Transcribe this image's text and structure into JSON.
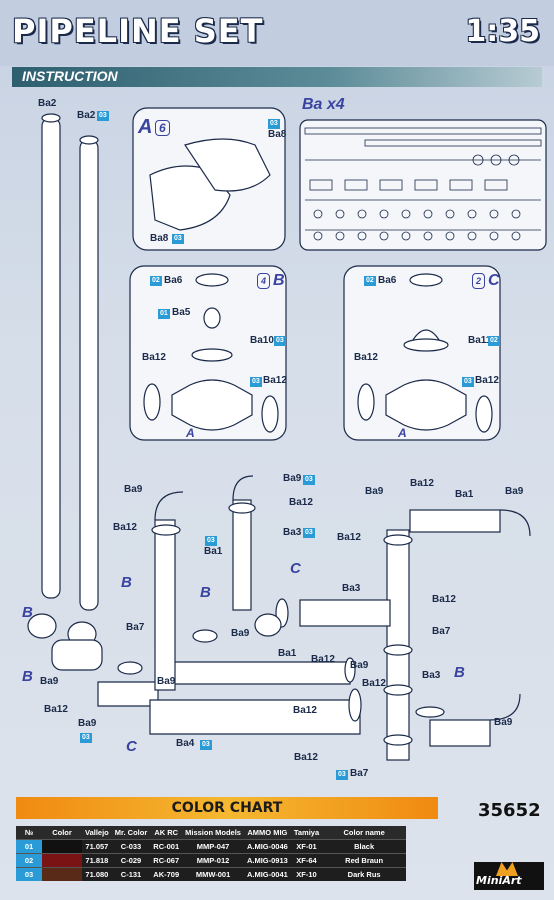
{
  "header": {
    "title": "PIPELINE SET",
    "scale": "1:35",
    "section": "INSTRUCTION"
  },
  "sprue": {
    "label": "Ba x4"
  },
  "steps": {
    "A": {
      "letter": "A",
      "qty": "6",
      "parts": [
        {
          "text": "Ba8",
          "tag": "03"
        },
        {
          "text": "Ba8",
          "tag": "03"
        }
      ]
    },
    "B": {
      "letter": "B",
      "qty": "4",
      "parts": [
        {
          "text": "Ba6",
          "tag": "02"
        },
        {
          "text": "Ba5",
          "tag": "01"
        },
        {
          "text": "Ba10",
          "tag": "03"
        },
        {
          "text": "Ba12",
          "tag": ""
        },
        {
          "text": "Ba12",
          "tag": "03"
        }
      ],
      "base": "A"
    },
    "C": {
      "letter": "C",
      "qty": "2",
      "parts": [
        {
          "text": "Ba6",
          "tag": "02"
        },
        {
          "text": "Ba11",
          "tag": "02"
        },
        {
          "text": "Ba12",
          "tag": ""
        },
        {
          "text": "Ba12",
          "tag": "03"
        }
      ],
      "base": "A"
    }
  },
  "assembly": {
    "labels": [
      {
        "text": "Ba2",
        "tag": ""
      },
      {
        "text": "Ba2",
        "tag": "03"
      },
      {
        "text": "Ba9",
        "tag": ""
      },
      {
        "text": "Ba12",
        "tag": ""
      },
      {
        "text": "Ba1",
        "tag": "03"
      },
      {
        "text": "Ba9",
        "tag": "03"
      },
      {
        "text": "Ba12",
        "tag": ""
      },
      {
        "text": "Ba3",
        "tag": "03"
      },
      {
        "text": "Ba9",
        "tag": ""
      },
      {
        "text": "Ba12",
        "tag": ""
      },
      {
        "text": "Ba1",
        "tag": ""
      },
      {
        "text": "Ba9",
        "tag": ""
      },
      {
        "text": "Ba12",
        "tag": ""
      },
      {
        "text": "Ba3",
        "tag": ""
      },
      {
        "text": "Ba12",
        "tag": ""
      },
      {
        "text": "Ba7",
        "tag": ""
      },
      {
        "text": "Ba7",
        "tag": ""
      },
      {
        "text": "Ba9",
        "tag": ""
      },
      {
        "text": "Ba12",
        "tag": ""
      },
      {
        "text": "Ba9",
        "tag": "03"
      },
      {
        "text": "Ba9",
        "tag": ""
      },
      {
        "text": "Ba1",
        "tag": ""
      },
      {
        "text": "Ba12",
        "tag": ""
      },
      {
        "text": "Ba9",
        "tag": ""
      },
      {
        "text": "Ba12",
        "tag": ""
      },
      {
        "text": "Ba3",
        "tag": ""
      },
      {
        "text": "Ba12",
        "tag": ""
      },
      {
        "text": "Ba4",
        "tag": "03"
      },
      {
        "text": "Ba12",
        "tag": ""
      },
      {
        "text": "Ba7",
        "tag": "03"
      },
      {
        "text": "Ba9",
        "tag": ""
      },
      {
        "text": "Ba9",
        "tag": ""
      }
    ],
    "letters": [
      "B",
      "B",
      "B",
      "B",
      "C",
      "C",
      "B"
    ]
  },
  "color_chart": {
    "title": "COLOR CHART",
    "product_no": "35652",
    "headers": [
      "№",
      "Color",
      "Vallejo",
      "Mr. Color",
      "AK RC",
      "Mission Models",
      "AMMO MIG",
      "Tamiya",
      "Color name"
    ],
    "rows": [
      {
        "no": "01",
        "color": "#111111",
        "vallejo": "71.057",
        "mr_color": "C-033",
        "ak": "RC-001",
        "mission": "MMP-047",
        "ammo": "A.MIG-0046",
        "tamiya": "XF-01",
        "name": "Black"
      },
      {
        "no": "02",
        "color": "#7a1414",
        "vallejo": "71.818",
        "mr_color": "C-029",
        "ak": "RC-067",
        "mission": "MMP-012",
        "ammo": "A.MIG-0913",
        "tamiya": "XF-64",
        "name": "Red Braun"
      },
      {
        "no": "03",
        "color": "#5a2a18",
        "vallejo": "71.080",
        "mr_color": "C-131",
        "ak": "AK-709",
        "mission": "MMW-001",
        "ammo": "A.MIG-0041",
        "tamiya": "XF-10",
        "name": "Dark Rus"
      }
    ]
  },
  "logo": {
    "text": "MiniArt"
  }
}
